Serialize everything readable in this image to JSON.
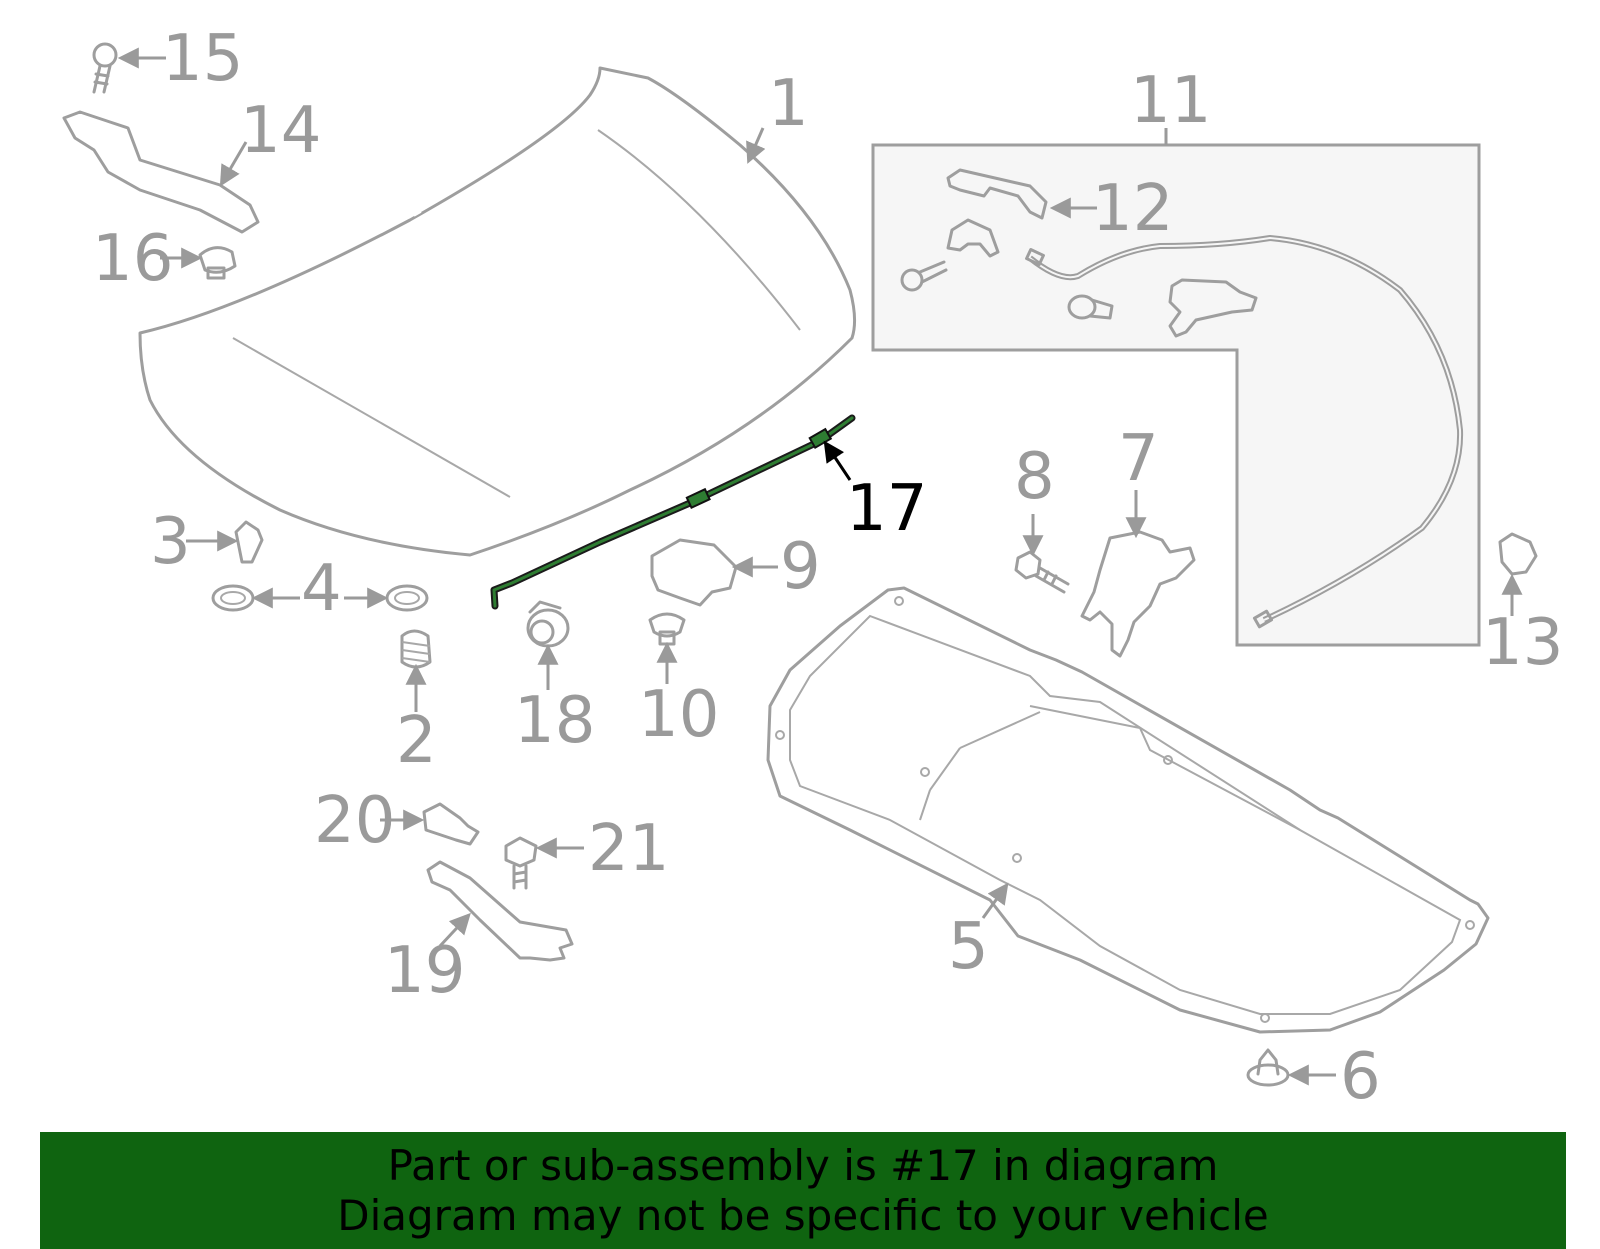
{
  "labels": {
    "l1": "1",
    "l2": "2",
    "l3": "3",
    "l4": "4",
    "l5": "5",
    "l6": "6",
    "l7": "7",
    "l8": "8",
    "l9": "9",
    "l10": "10",
    "l11": "11",
    "l12": "12",
    "l13": "13",
    "l14": "14",
    "l15": "15",
    "l16": "16",
    "l17": "17",
    "l18": "18",
    "l19": "19",
    "l20": "20",
    "l21": "21"
  },
  "highlight_part": "17",
  "colors": {
    "part_stroke": "#9e9e9e",
    "label": "#9a9a9a",
    "highlight_fill": "#2e7d32",
    "banner_bg": "#0f6410",
    "highlight_label": "#000000"
  },
  "banner": {
    "line1": "Part or sub-assembly is #17 in diagram",
    "line2": "Diagram may not be specific to your vehicle"
  }
}
